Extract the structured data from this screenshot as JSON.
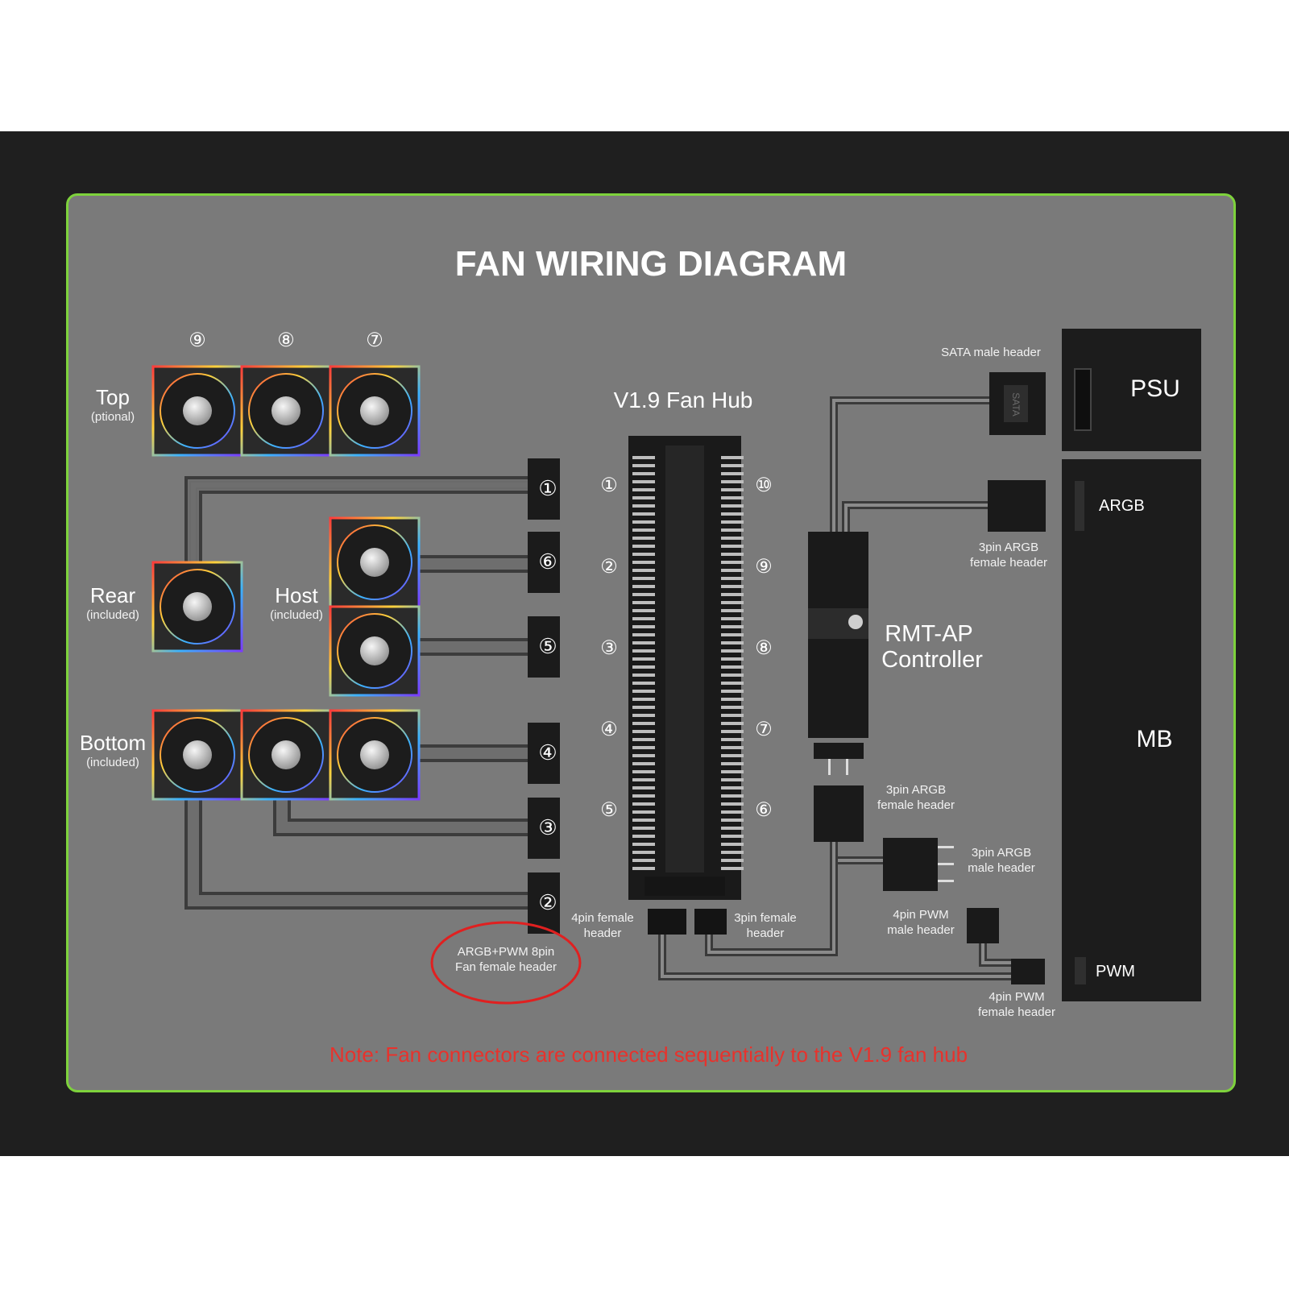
{
  "title": "FAN WIRING DIAGRAM",
  "hub": {
    "title": "V1.9 Fan Hub",
    "left_ports": [
      "①",
      "②",
      "③",
      "④",
      "⑤"
    ],
    "right_ports": [
      "⑩",
      "⑨",
      "⑧",
      "⑦",
      "⑥"
    ]
  },
  "groups": {
    "top": {
      "label": "Top",
      "sub": "(ptional)",
      "numbers": [
        "⑨",
        "⑧",
        "⑦"
      ]
    },
    "rear": {
      "label": "Rear",
      "sub": "(included)"
    },
    "host": {
      "label": "Host",
      "sub": "(included)"
    },
    "bottom": {
      "label": "Bottom",
      "sub": "(included)"
    }
  },
  "fan_connectors": [
    "①",
    "⑥",
    "⑤",
    "④",
    "③",
    "②"
  ],
  "labels": {
    "argb_pwm_8pin_line1": "ARGB+PWM 8pin",
    "argb_pwm_8pin_line2": "Fan female header",
    "hub_4pin_line1": "4pin female",
    "hub_4pin_line2": "header",
    "hub_3pin_line1": "3pin female",
    "hub_3pin_line2": "header",
    "sata_male": "SATA male header",
    "sata_plug": "SATA",
    "argb_3pin_female_top_1": "3pin ARGB",
    "argb_3pin_female_top_2": "female header",
    "argb_3pin_female_mid_1": "3pin ARGB",
    "argb_3pin_female_mid_2": "female header",
    "argb_3pin_male_1": "3pin ARGB",
    "argb_3pin_male_2": "male header",
    "pwm_4pin_male_1": "4pin PWM",
    "pwm_4pin_male_2": "male header",
    "pwm_4pin_female_1": "4pin PWM",
    "pwm_4pin_female_2": "female header",
    "controller_1": "RMT-AP",
    "controller_2": "Controller",
    "psu": "PSU",
    "mb": "MB",
    "mb_argb": "ARGB",
    "mb_pwm": "PWM"
  },
  "note": "Note: Fan connectors are connected sequentially to the V1.9 fan hub",
  "colors": {
    "panel": "#7a7a7a",
    "border": "#7ed23c",
    "note": "#e8322c",
    "highlight": "#e02020",
    "background": "#1f1f1f"
  }
}
